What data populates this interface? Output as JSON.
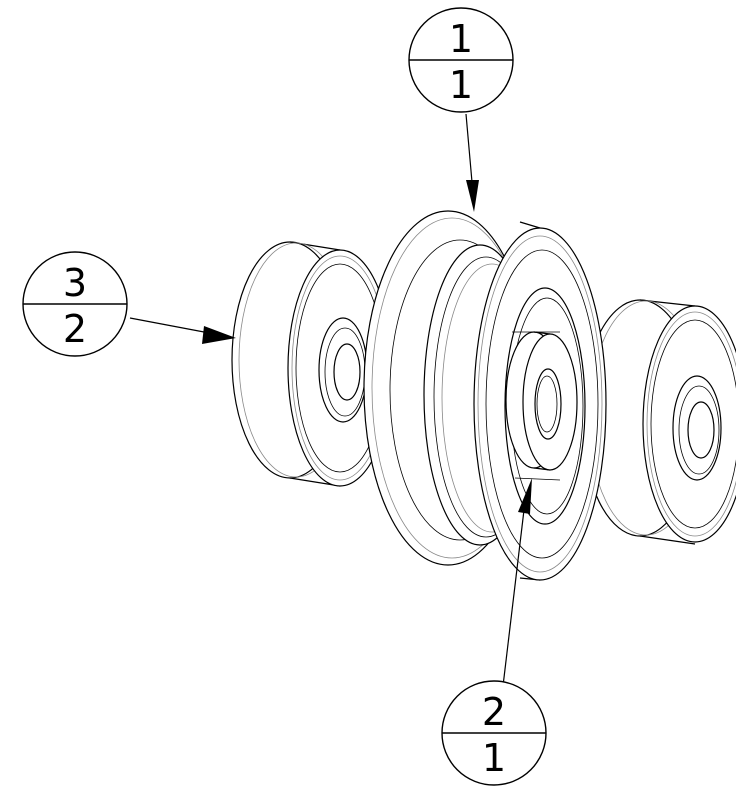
{
  "balloons": [
    {
      "id": "balloon-1",
      "item": "1",
      "qty": "1"
    },
    {
      "id": "balloon-2",
      "item": "2",
      "qty": "1"
    },
    {
      "id": "balloon-3",
      "item": "3",
      "qty": "2"
    }
  ]
}
